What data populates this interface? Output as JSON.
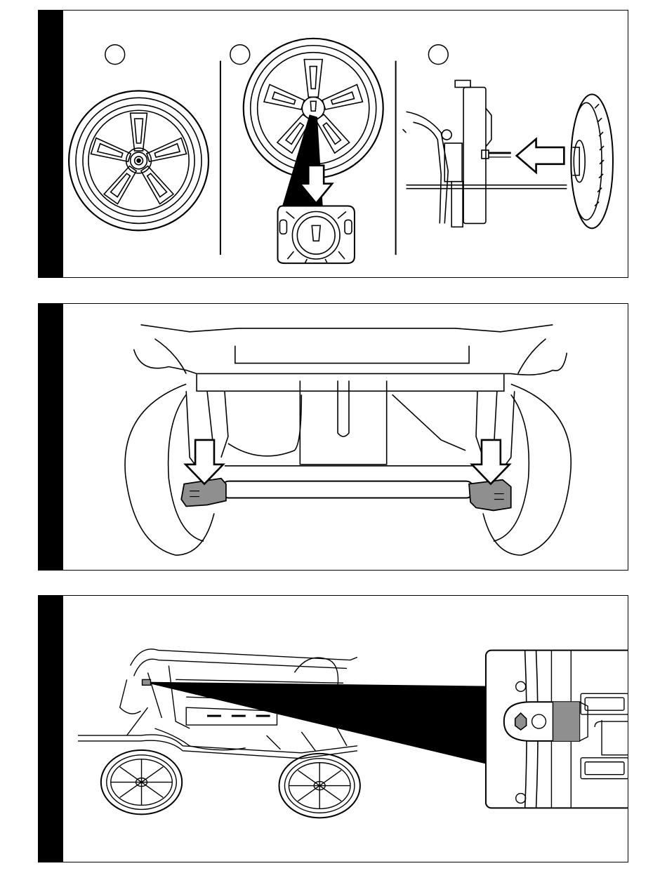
{
  "page": {
    "background": "#ffffff",
    "ink": "#000000",
    "highlight_gray": "#8f8f8f"
  },
  "panels": [
    {
      "id": "wheel-installation",
      "sub_steps": [
        "",
        "",
        ""
      ],
      "icons": [
        "wheel-front-icon",
        "wheel-cap-icon",
        "cap-detail-icon",
        "axle-insert-icon",
        "arrow-left-icon",
        "arrow-down-icon"
      ]
    },
    {
      "id": "rear-brake-pedals",
      "icons": [
        "stroller-rear-icon",
        "brake-pedal-icon",
        "arrow-down-icon"
      ]
    },
    {
      "id": "folded-stroller-lock",
      "sub_steps": [
        "",
        ""
      ],
      "icons": [
        "folded-stroller-icon",
        "lock-latch-detail-icon"
      ]
    }
  ]
}
